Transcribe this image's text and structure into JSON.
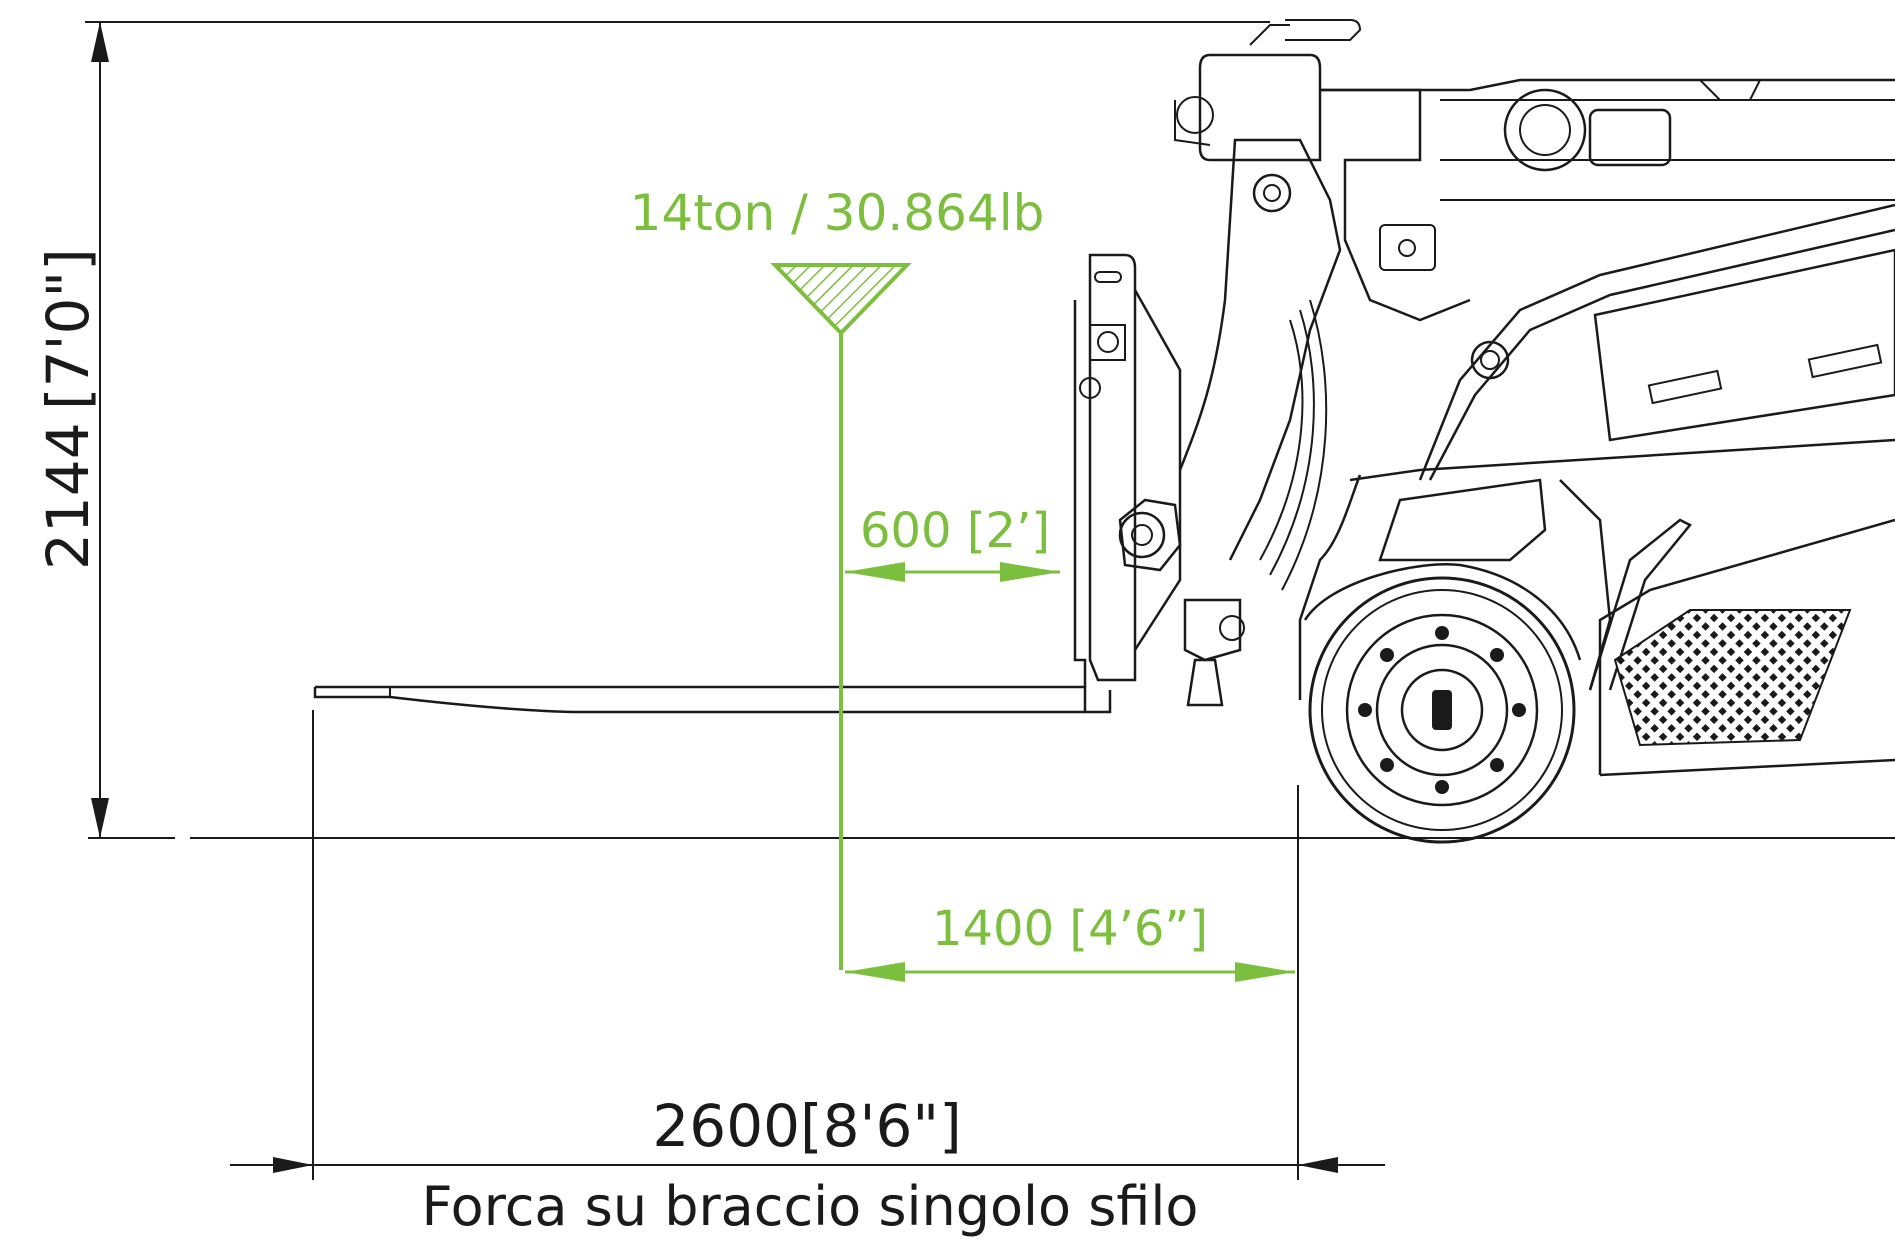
{
  "diagram": {
    "load": {
      "label": "14ton / 30.864lb",
      "color": "#7cbf3f"
    },
    "dimensions": {
      "height": {
        "value": "2144",
        "imperial": "7'0\""
      },
      "load_center_inner": {
        "label": "600 [2’]"
      },
      "load_center_outer": {
        "label": "1400 [4’6”]"
      },
      "fork_length": {
        "value": "2600",
        "imperial": "8'6\""
      }
    },
    "caption": "Forca su braccio singolo sfilo",
    "line_color": "#1a1a1a"
  }
}
